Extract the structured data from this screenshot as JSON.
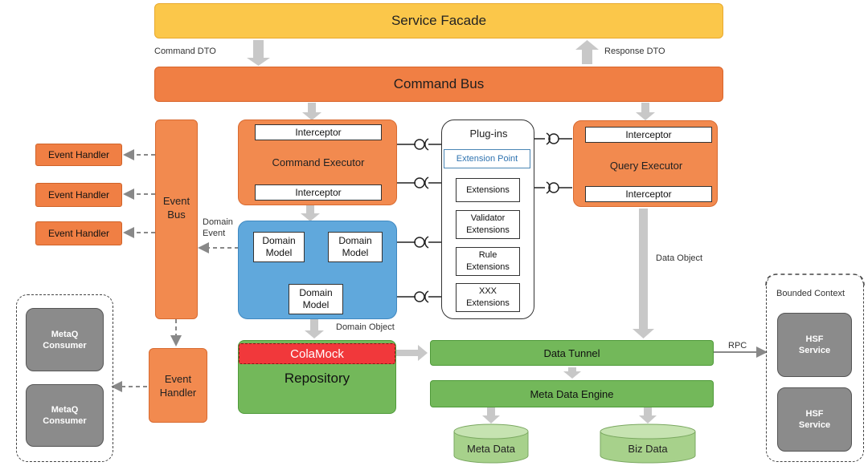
{
  "service_facade": "Service Facade",
  "command_bus": "Command Bus",
  "labels": {
    "command_dto": "Command DTO",
    "response_dto": "Response DTO",
    "domain_event": "Domain\nEvent",
    "data_object": "Data Object",
    "domain_object": "Domain Object",
    "rpc": "RPC",
    "bounded_context": "Bounded Context"
  },
  "command_executor": {
    "title": "Command Executor",
    "interceptor_top": "Interceptor",
    "interceptor_bottom": "Interceptor"
  },
  "query_executor": {
    "title": "Query Executor",
    "interceptor_top": "Interceptor",
    "interceptor_bottom": "Interceptor"
  },
  "plugins": {
    "title": "Plug-ins",
    "extension_point": "Extension Point",
    "items": [
      "Extensions",
      "Validator\nExtensions",
      "Rule\nExtensions",
      "XXX\nExtensions"
    ]
  },
  "event_bus": "Event\nBus",
  "event_handlers": [
    "Event Handler",
    "Event Handler",
    "Event Handler"
  ],
  "event_handler_bottom": "Event\nHandler",
  "domain_models": [
    "Domain\nModel",
    "Domain\nModel",
    "Domain\nModel"
  ],
  "colamock": "ColaMock",
  "repository": "Repository",
  "data_tunnel": "Data Tunnel",
  "meta_data_engine": "Meta Data Engine",
  "meta_data": "Meta Data",
  "biz_data": "Biz Data",
  "metaq_consumers": [
    "MetaQ\nConsumer",
    "MetaQ\nConsumer"
  ],
  "hsf_services": [
    "HSF\nService",
    "HSF\nService"
  ],
  "colors": {
    "facade": "#fbc74a",
    "bus": "#f07f44",
    "domain": "#60a8dc",
    "green": "#73b85a",
    "colamock": "#f1383b",
    "gray": "#8b8b8b",
    "arrow": "#c8c8c8"
  }
}
